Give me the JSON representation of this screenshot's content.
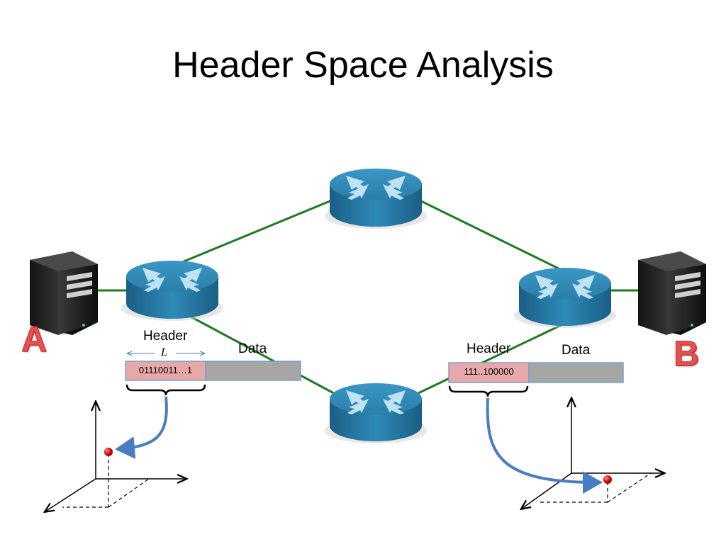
{
  "slide": {
    "title": "Header Space Analysis"
  },
  "hosts": {
    "left_label": "A",
    "right_label": "B"
  },
  "packet_left": {
    "header_label": "Header",
    "length_label": "L",
    "header_bits": "01110011…1",
    "data_label": "Data"
  },
  "packet_right": {
    "header_label": "Header",
    "header_bits": "111..100000",
    "data_label": "Data"
  },
  "colors": {
    "link": "#1f7a1f",
    "router": "#2b7fa8",
    "header_fill": "#e6a8a8",
    "data_fill": "#a6a6a6",
    "arrow": "#4a7cc0",
    "point": "#e01010",
    "host_letter": "#e8504f"
  },
  "icons": [
    "router-icon",
    "server-icon"
  ]
}
